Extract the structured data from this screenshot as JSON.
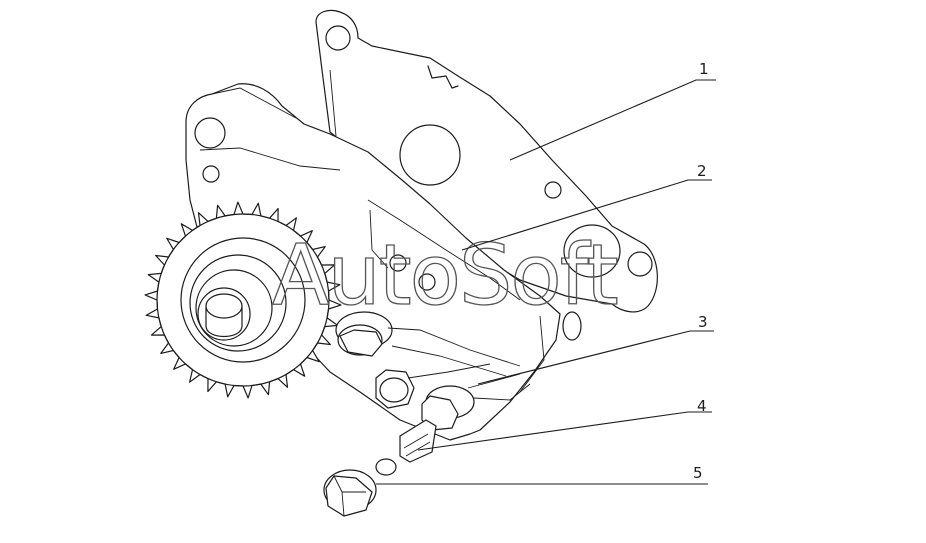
{
  "watermark": "AutoSoft",
  "callouts": [
    {
      "id": "part-1",
      "label": "1"
    },
    {
      "id": "part-2",
      "label": "2"
    },
    {
      "id": "part-3",
      "label": "3"
    },
    {
      "id": "part-4",
      "label": "4"
    },
    {
      "id": "part-5",
      "label": "5"
    }
  ],
  "colors": {
    "line": "#1c1c1c",
    "background": "#ffffff",
    "watermark": "#555555"
  }
}
